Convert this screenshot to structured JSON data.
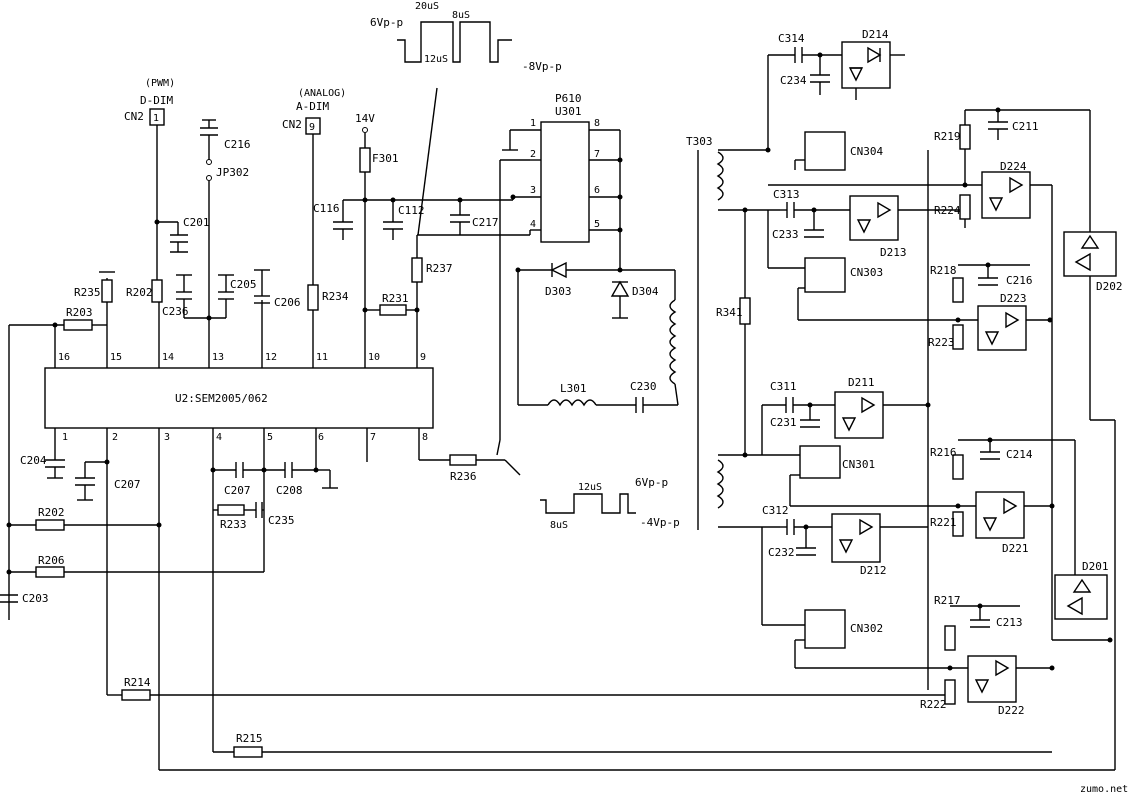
{
  "ic_u2": {
    "label": "U2:SEM2005/062",
    "pins_top": [
      "16",
      "15",
      "14",
      "13",
      "12",
      "11",
      "10",
      "9"
    ],
    "pins_bottom": [
      "1",
      "2",
      "3",
      "4",
      "5",
      "6",
      "7",
      "8"
    ]
  },
  "ic_u301": {
    "label1": "P610",
    "label2": "U301",
    "pins": [
      "1",
      "2",
      "3",
      "4",
      "8",
      "7",
      "6",
      "5"
    ]
  },
  "connectors": {
    "cn2_pwm": "CN2",
    "cn2_pwm_pin": "1",
    "pwm_tag": "(PWM)",
    "ddim": "D-DIM",
    "cn2_analog": "CN2",
    "cn2_analog_pin": "9",
    "analog_tag": "(ANALOG)",
    "adim": "A-DIM",
    "jp302": "JP302",
    "v14": "14V"
  },
  "resistors": {
    "R235": "R235",
    "R203": "R203",
    "R202a": "R202",
    "R202b": "R202",
    "R206": "R206",
    "R214": "R214",
    "R215": "R215",
    "R234": "R234",
    "R231": "R231",
    "R237": "R237",
    "R236": "R236",
    "R233": "R233",
    "R341": "R341",
    "R219": "R219",
    "R224": "R224",
    "R218": "R218",
    "R223": "R223",
    "R216": "R216",
    "R221": "R221",
    "R217": "R217",
    "R222": "R222"
  },
  "capacitors": {
    "C216a": "C216",
    "C201": "C201",
    "C236": "C236",
    "C205": "C205",
    "C206": "C206",
    "C116": "C116",
    "C112": "C112",
    "C217": "C217",
    "C204": "C204",
    "C207": "C207",
    "C203": "C203",
    "C207b": "C207",
    "C208": "C208",
    "C235": "C235",
    "C230": "C230",
    "C314": "C314",
    "C234": "C234",
    "C313": "C313",
    "C233": "C233",
    "C211": "C211",
    "C216b": "C216",
    "C311": "C311",
    "C231": "C231",
    "C312": "C312",
    "C232": "C232",
    "C214": "C214",
    "C213": "C213"
  },
  "diodes": {
    "D214": "D214",
    "D224": "D224",
    "D213": "D213",
    "D223": "D223",
    "D202": "D202",
    "D211": "D211",
    "D221": "D221",
    "D212": "D212",
    "D201": "D201",
    "D222": "D222",
    "D303": "D303",
    "D304": "D304"
  },
  "misc": {
    "F301": "F301",
    "L301": "L301",
    "T303": "T303",
    "CN304": "CN304",
    "CN303": "CN303",
    "CN301": "CN301",
    "CN302": "CN302"
  },
  "waveform_top": {
    "amp_pos": "6Vp-p",
    "t1": "20uS",
    "t2": "8uS",
    "t3": "12uS",
    "amp_neg": "-8Vp-p"
  },
  "waveform_bottom": {
    "t1": "12uS",
    "amp_pos": "6Vp-p",
    "t2": "8uS",
    "amp_neg": "-4Vp-p"
  },
  "watermark": "zumo.net"
}
